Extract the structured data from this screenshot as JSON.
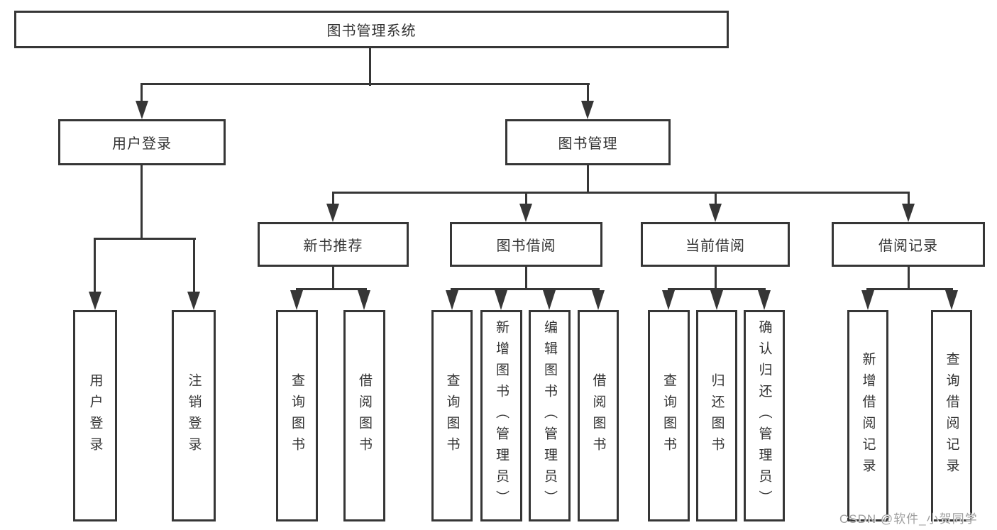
{
  "diagram": {
    "title": "图书管理系统",
    "branches": [
      {
        "label": "用户登录",
        "children": [
          "用户登录",
          "注销登录"
        ]
      },
      {
        "label": "图书管理",
        "modules": [
          {
            "label": "新书推荐",
            "children": [
              "查询图书",
              "借阅图书"
            ]
          },
          {
            "label": "图书借阅",
            "children": [
              "查询图书",
              "新增图书（管理员）",
              "编辑图书（管理员）",
              "借阅图书"
            ]
          },
          {
            "label": "当前借阅",
            "children": [
              "查询图书",
              "归还图书",
              "确认归还（管理员）"
            ]
          },
          {
            "label": "借阅记录",
            "children": [
              "新增借阅记录",
              "查询借阅记录"
            ]
          }
        ]
      }
    ]
  },
  "watermark": "CSDN @软件_小贺同学",
  "colors": {
    "line": "#363636",
    "text": "#333333",
    "watermark": "#9e9e9e",
    "background": "#ffffff"
  }
}
